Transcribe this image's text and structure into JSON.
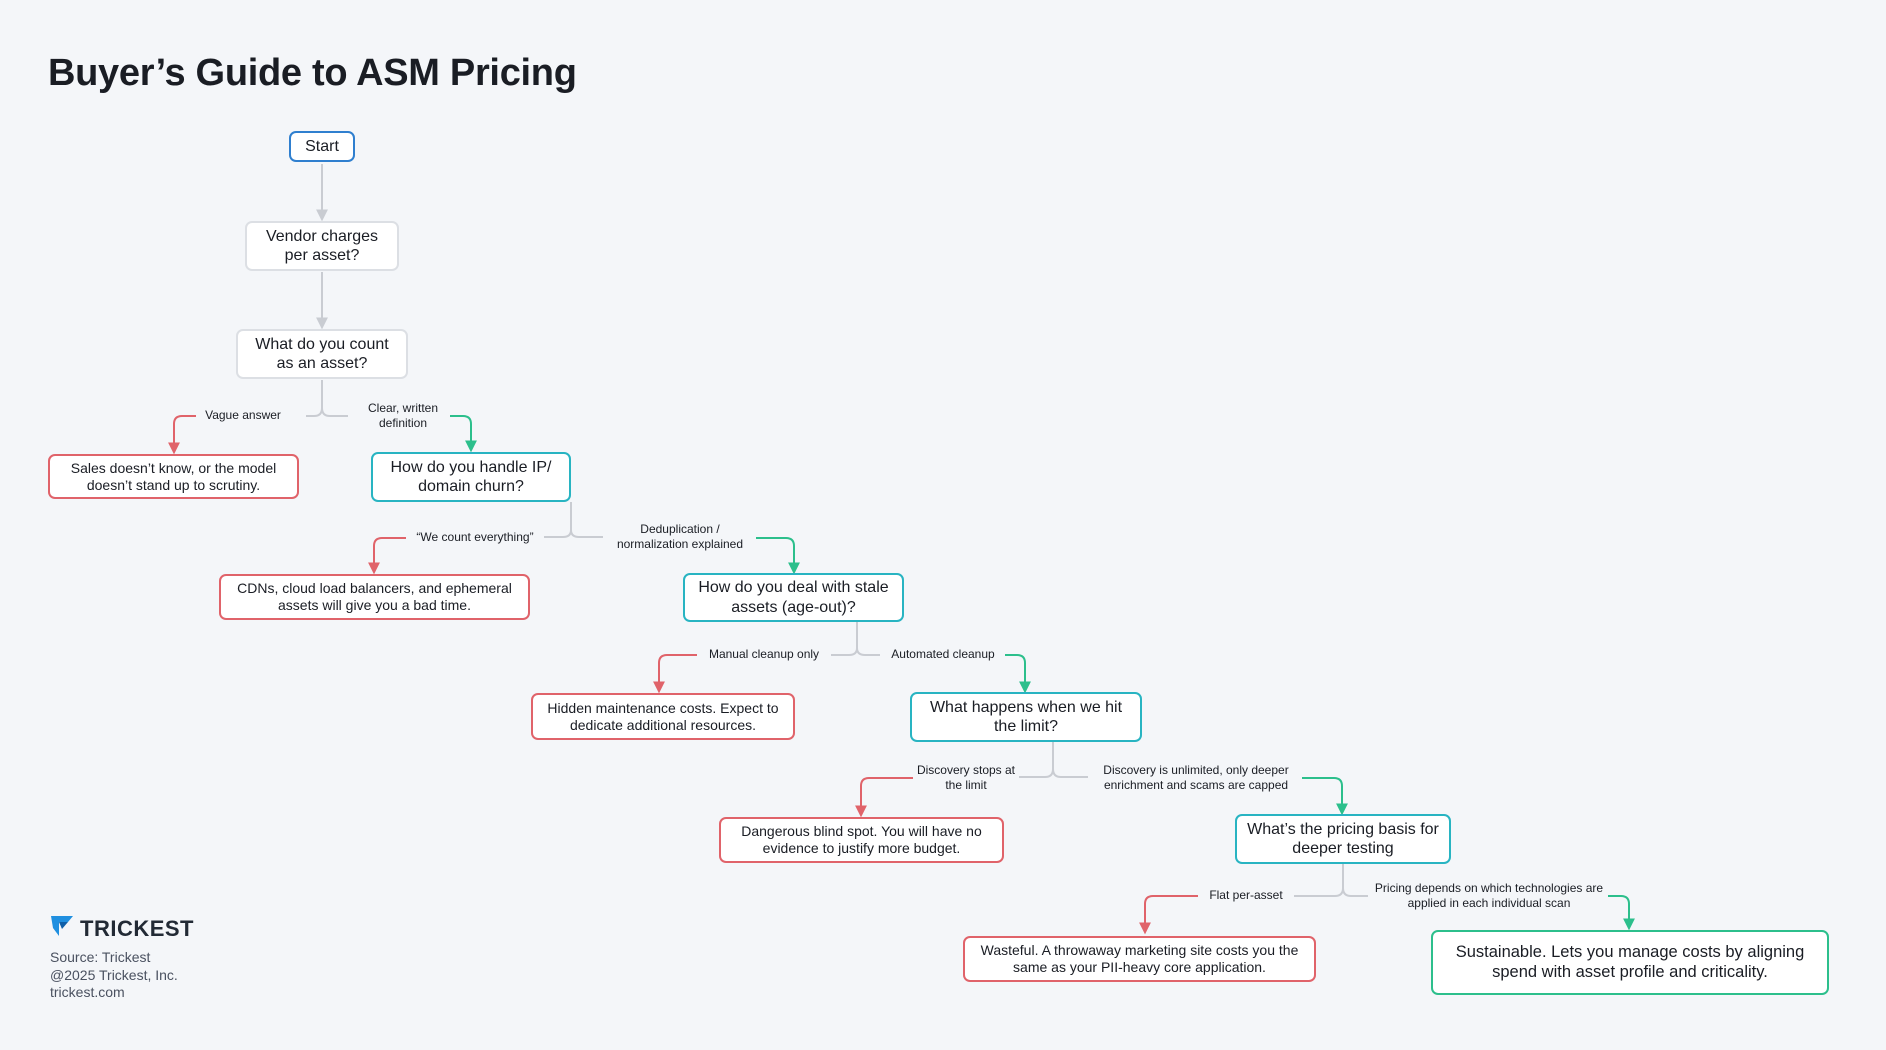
{
  "title": "Buyer’s Guide to ASM Pricing",
  "colors": {
    "neutral_edge": "#c9ccd2",
    "bad": "#e0636a",
    "good": "#2cbf8c",
    "question": "#28b4c2",
    "start": "#2f7fcf",
    "background": "#f4f6f9"
  },
  "nodes": {
    "start": "Start",
    "vendor_charges": "Vendor charges per asset?",
    "count_asset": "What do you count as an asset?",
    "sales_doesnt_know": "Sales doesn’t know, or the model doesn’t stand up to scrutiny.",
    "ip_churn": "How do you handle IP/ domain churn?",
    "cdn_bad_time": "CDNs, cloud load balancers, and ephemeral assets will give you a bad time.",
    "stale_assets": "How do you deal with stale assets (age-out)?",
    "hidden_costs": "Hidden maintenance costs. Expect to dedicate additional resources.",
    "hit_limit": "What happens when we hit the limit?",
    "blind_spot": "Dangerous blind spot. You will have no evidence to justify more budget.",
    "pricing_basis": "What’s the pricing basis for deeper testing",
    "wasteful": "Wasteful. A throwaway marketing site costs you the same as your PII-heavy core application.",
    "sustainable": "Sustainable. Lets you manage costs by aligning spend with asset profile and criticality."
  },
  "edges": {
    "vague_answer": "Vague answer",
    "clear_definition": "Clear, written definition",
    "count_everything": "“We count everything”",
    "dedup_explained": "Deduplication / normalization explained",
    "manual_cleanup": "Manual cleanup only",
    "automated_cleanup": "Automated cleanup",
    "discovery_stops": "Discovery stops at the limit",
    "discovery_unlimited": "Discovery is unlimited, only deeper enrichment and scams are capped",
    "flat_per_asset": "Flat per-asset",
    "pricing_depends": "Pricing depends on which technologies are applied in each individual scan"
  },
  "footer": {
    "brand": "TRICKEST",
    "source": "Source: Trickest",
    "copyright": "@2025 Trickest, Inc.",
    "website": "trickest.com"
  }
}
